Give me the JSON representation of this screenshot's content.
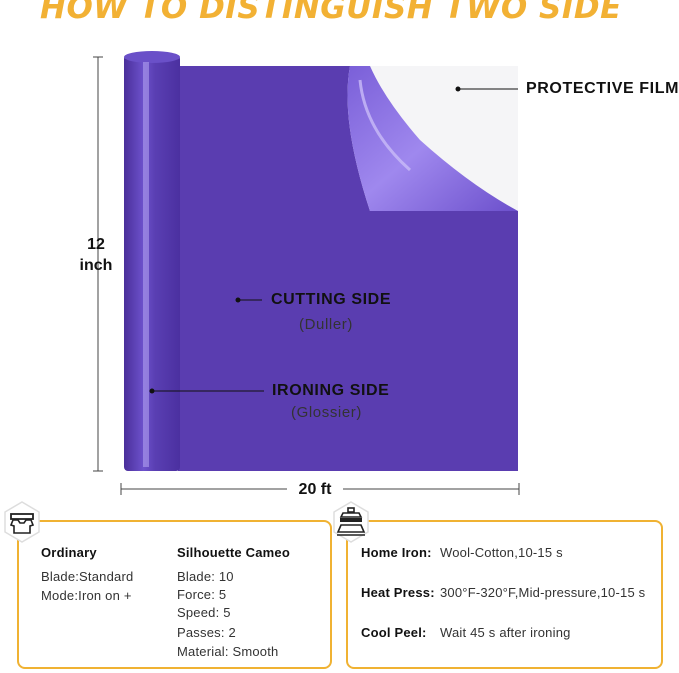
{
  "title": "HOW TO DISTINGUISH TWO SIDE",
  "colors": {
    "accent": "#f0b232",
    "vinyl": "#5b3fb0",
    "vinyl_light": "#8c73e0"
  },
  "dimensions": {
    "height_value": "12",
    "height_unit": "inch",
    "width": "20 ft"
  },
  "labels": {
    "protective_film": "PROTECTIVE FILM",
    "cutting_side": "CUTTING SIDE",
    "cutting_side_note": "(Duller)",
    "ironing_side": "IRONING SIDE",
    "ironing_side_note": "(Glossier)"
  },
  "left_card": {
    "icon": "shirt-press-icon",
    "col1": {
      "heading": "Ordinary",
      "lines": [
        "Blade:Standard",
        "Mode:Iron on +"
      ]
    },
    "col2": {
      "heading": "Silhouette Cameo",
      "lines": [
        "Blade: 10",
        "Force: 5",
        "Speed: 5",
        "Passes: 2",
        "Material: Smooth"
      ]
    }
  },
  "right_card": {
    "icon": "heat-press-icon",
    "rows": [
      {
        "label": "Home Iron:",
        "value": "Wool-Cotton,10-15 s"
      },
      {
        "label": "Heat Press:",
        "value": "300°F-320°F,Mid-pressure,10-15 s"
      },
      {
        "label": "Cool Peel:",
        "value": "Wait 45 s after ironing"
      }
    ]
  }
}
